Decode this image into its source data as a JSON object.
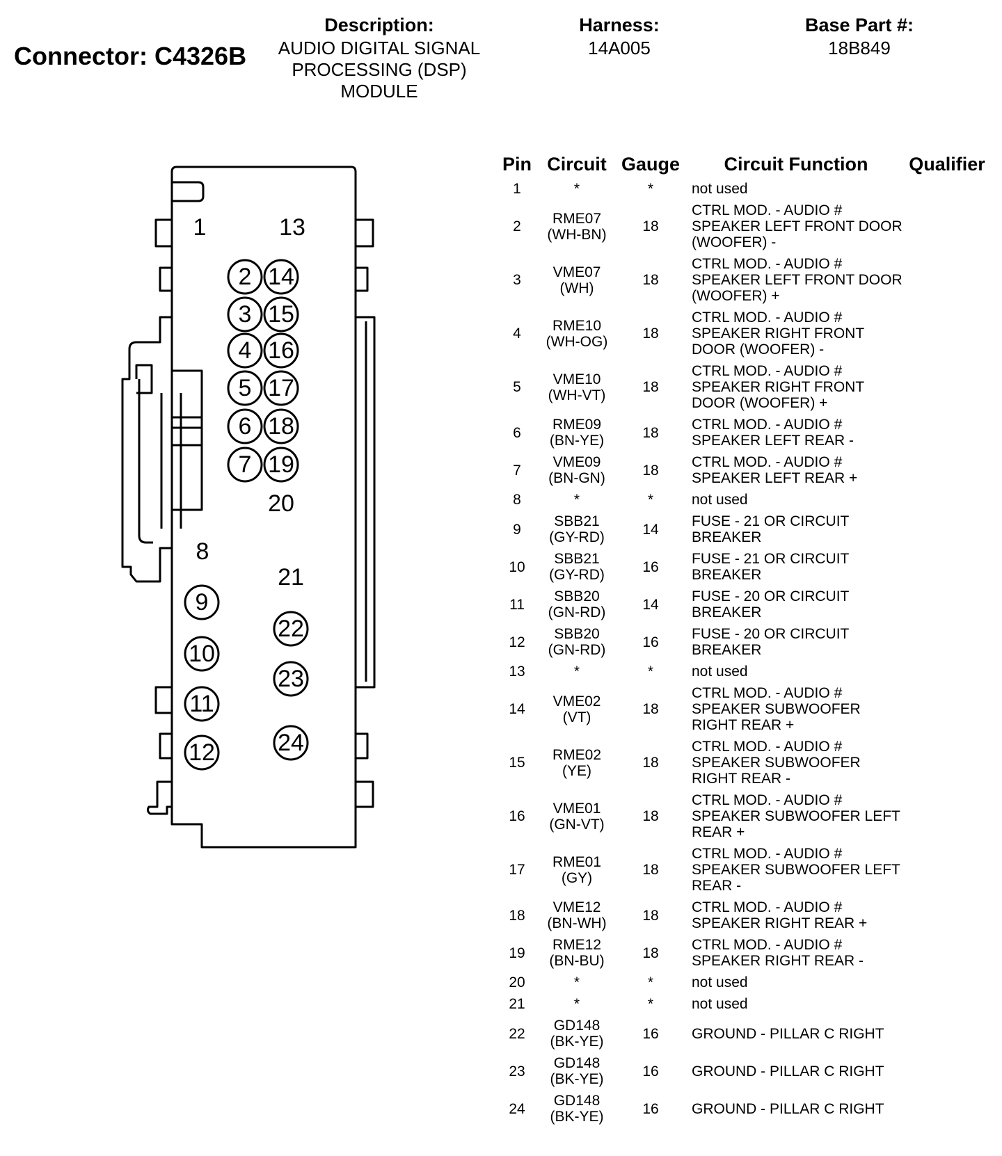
{
  "header": {
    "connector_label": "Connector: C4326B",
    "description_label": "Description:",
    "description_lines": [
      "AUDIO DIGITAL SIGNAL",
      "PROCESSING (DSP)",
      "MODULE"
    ],
    "harness_label": "Harness:",
    "harness_value": "14A005",
    "base_part_label": "Base Part #:",
    "base_part_value": "18B849"
  },
  "table": {
    "columns": [
      "Pin",
      "Circuit",
      "Gauge",
      "Circuit Function",
      "Qualifier"
    ],
    "rows": [
      {
        "pin": "1",
        "circuit": "*",
        "gauge": "*",
        "function": "not used",
        "qualifier": ""
      },
      {
        "pin": "2",
        "circuit": "RME07\n(WH-BN)",
        "gauge": "18",
        "function": "CTRL MOD. - AUDIO # SPEAKER LEFT FRONT DOOR (WOOFER) -",
        "qualifier": ""
      },
      {
        "pin": "3",
        "circuit": "VME07\n(WH)",
        "gauge": "18",
        "function": "CTRL MOD. - AUDIO # SPEAKER LEFT FRONT DOOR (WOOFER) +",
        "qualifier": ""
      },
      {
        "pin": "4",
        "circuit": "RME10\n(WH-OG)",
        "gauge": "18",
        "function": "CTRL MOD. - AUDIO # SPEAKER RIGHT FRONT DOOR (WOOFER) -",
        "qualifier": ""
      },
      {
        "pin": "5",
        "circuit": "VME10\n(WH-VT)",
        "gauge": "18",
        "function": "CTRL MOD. - AUDIO # SPEAKER RIGHT FRONT DOOR (WOOFER) +",
        "qualifier": ""
      },
      {
        "pin": "6",
        "circuit": "RME09\n(BN-YE)",
        "gauge": "18",
        "function": "CTRL MOD. - AUDIO # SPEAKER LEFT REAR -",
        "qualifier": ""
      },
      {
        "pin": "7",
        "circuit": "VME09\n(BN-GN)",
        "gauge": "18",
        "function": "CTRL MOD. - AUDIO # SPEAKER LEFT REAR +",
        "qualifier": ""
      },
      {
        "pin": "8",
        "circuit": "*",
        "gauge": "*",
        "function": "not used",
        "qualifier": ""
      },
      {
        "pin": "9",
        "circuit": "SBB21\n(GY-RD)",
        "gauge": "14",
        "function": "FUSE - 21 OR CIRCUIT BREAKER",
        "qualifier": ""
      },
      {
        "pin": "10",
        "circuit": "SBB21\n(GY-RD)",
        "gauge": "16",
        "function": "FUSE - 21 OR CIRCUIT BREAKER",
        "qualifier": ""
      },
      {
        "pin": "11",
        "circuit": "SBB20\n(GN-RD)",
        "gauge": "14",
        "function": "FUSE - 20 OR CIRCUIT BREAKER",
        "qualifier": ""
      },
      {
        "pin": "12",
        "circuit": "SBB20\n(GN-RD)",
        "gauge": "16",
        "function": "FUSE - 20 OR CIRCUIT BREAKER",
        "qualifier": ""
      },
      {
        "pin": "13",
        "circuit": "*",
        "gauge": "*",
        "function": "not used",
        "qualifier": ""
      },
      {
        "pin": "14",
        "circuit": "VME02\n(VT)",
        "gauge": "18",
        "function": "CTRL MOD. - AUDIO # SPEAKER SUBWOOFER RIGHT REAR +",
        "qualifier": ""
      },
      {
        "pin": "15",
        "circuit": "RME02\n(YE)",
        "gauge": "18",
        "function": "CTRL MOD. - AUDIO # SPEAKER SUBWOOFER RIGHT REAR -",
        "qualifier": ""
      },
      {
        "pin": "16",
        "circuit": "VME01\n(GN-VT)",
        "gauge": "18",
        "function": "CTRL MOD. - AUDIO # SPEAKER SUBWOOFER LEFT REAR +",
        "qualifier": ""
      },
      {
        "pin": "17",
        "circuit": "RME01\n(GY)",
        "gauge": "18",
        "function": "CTRL MOD. - AUDIO # SPEAKER SUBWOOFER LEFT REAR -",
        "qualifier": ""
      },
      {
        "pin": "18",
        "circuit": "VME12\n(BN-WH)",
        "gauge": "18",
        "function": "CTRL MOD. - AUDIO # SPEAKER RIGHT REAR +",
        "qualifier": ""
      },
      {
        "pin": "19",
        "circuit": "RME12\n(BN-BU)",
        "gauge": "18",
        "function": "CTRL MOD. - AUDIO # SPEAKER RIGHT REAR -",
        "qualifier": ""
      },
      {
        "pin": "20",
        "circuit": "*",
        "gauge": "*",
        "function": "not used",
        "qualifier": ""
      },
      {
        "pin": "21",
        "circuit": "*",
        "gauge": "*",
        "function": "not used",
        "qualifier": ""
      },
      {
        "pin": "22",
        "circuit": "GD148\n(BK-YE)",
        "gauge": "16",
        "function": "GROUND - PILLAR C RIGHT",
        "qualifier": ""
      },
      {
        "pin": "23",
        "circuit": "GD148\n(BK-YE)",
        "gauge": "16",
        "function": "GROUND - PILLAR C RIGHT",
        "qualifier": ""
      },
      {
        "pin": "24",
        "circuit": "GD148\n(BK-YE)",
        "gauge": "16",
        "function": "GROUND - PILLAR C RIGHT",
        "qualifier": ""
      }
    ]
  },
  "diagram": {
    "circled_pins": [
      "2",
      "3",
      "4",
      "5",
      "6",
      "7",
      "14",
      "15",
      "16",
      "17",
      "18",
      "19",
      "9",
      "10",
      "11",
      "12",
      "22",
      "23",
      "24"
    ],
    "plain_pin_labels": [
      "1",
      "13",
      "20",
      "8",
      "21"
    ]
  }
}
